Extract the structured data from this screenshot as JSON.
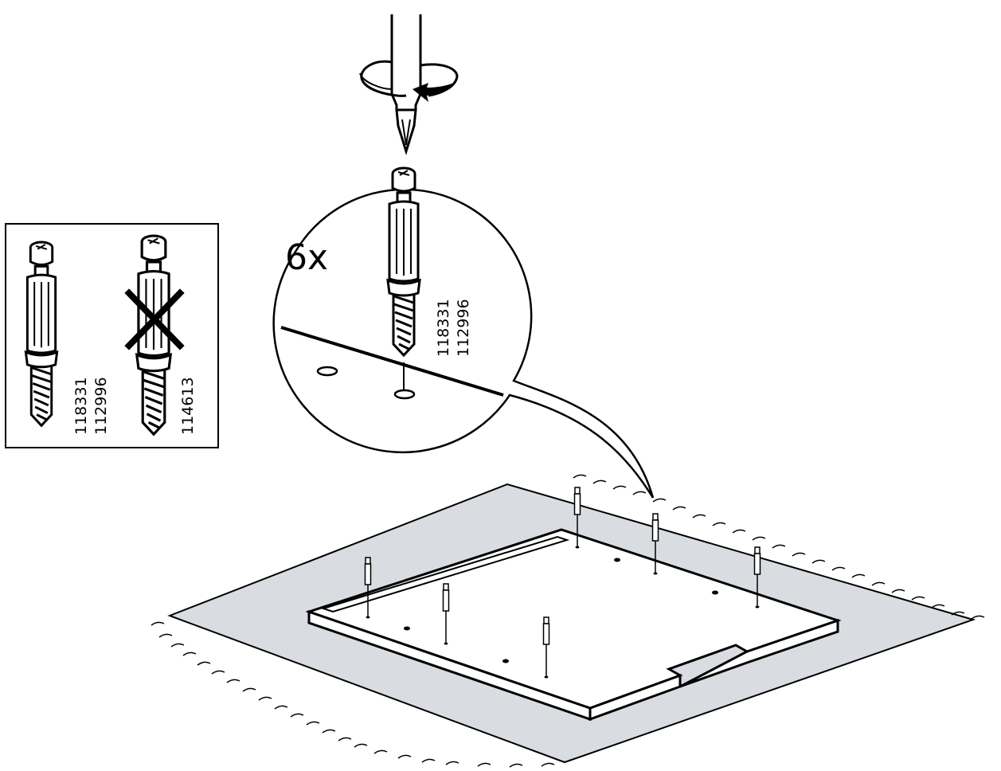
{
  "step": {
    "quantity": "6x",
    "correct_part_numbers": [
      "118331",
      "112996"
    ],
    "wrong_part_number": "114613",
    "detail_part_numbers": [
      "118331",
      "112996"
    ]
  },
  "icons": {
    "tool": "screwdriver-icon",
    "rotation": "rotate-arrow-icon",
    "wrong_marker": "cross-icon"
  },
  "colors": {
    "ink": "#000000",
    "floor": "#d9dce1",
    "paper": "#ffffff"
  }
}
